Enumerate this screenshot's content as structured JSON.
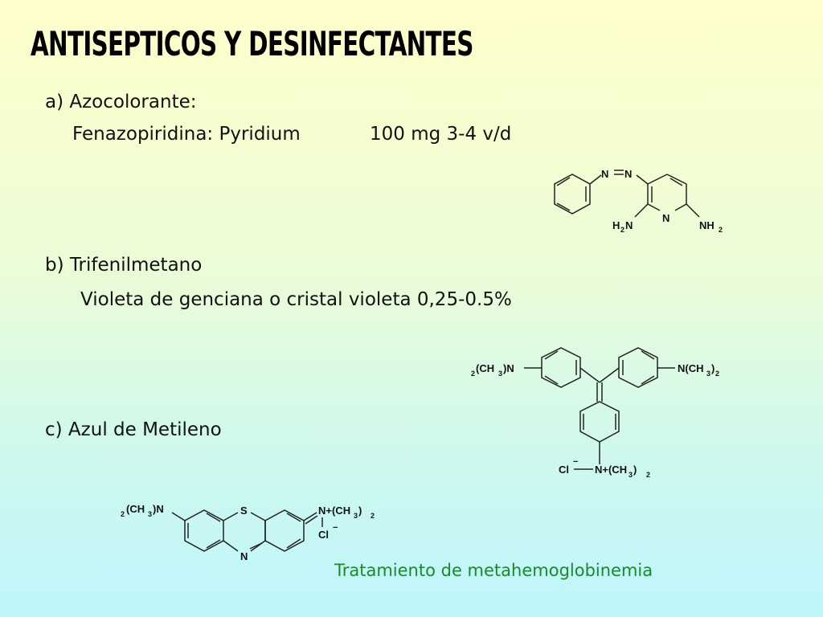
{
  "title": "ANTISEPTICOS Y DESINFECTANTES",
  "section_a": {
    "heading": "a) Azocolorante:",
    "drug": "Fenazopiridina: Pyridium",
    "dose": "100 mg 3-4 v/d",
    "structure_labels": {
      "azo_n1": "N",
      "azo_n2": "N",
      "ring_n": "N",
      "h2n": "H",
      "h2n_sub": "2",
      "h2n_n": "N",
      "nh2": "NH",
      "nh2_sub": "2"
    }
  },
  "section_b": {
    "heading": "b) Trifenilmetano",
    "drug": "Violeta de genciana o cristal violeta 0,25-0.5%",
    "structure_labels": {
      "left_a": "2",
      "left_b": "(CH",
      "left_c": "3",
      "left_d": ")N",
      "right_a": "N(CH",
      "right_b": "3",
      "right_c": ")",
      "right_d": "2",
      "cl": "Cl",
      "cl_charge": "−",
      "np_a": "N+(CH",
      "np_b": "3",
      "np_c": ")",
      "np_d": "2"
    }
  },
  "section_c": {
    "heading": "c) Azul de Metileno",
    "structure_labels": {
      "left_a": "2",
      "left_b": "(CH",
      "left_c": "3",
      "left_d": ")N",
      "s": "S",
      "n": "N",
      "np_a": "N+(CH",
      "np_b": "3",
      "np_c": ")",
      "np_d": "2",
      "cl": "Cl",
      "cl_charge": "−"
    }
  },
  "note": "Tratamiento de metahemoglobinemia"
}
